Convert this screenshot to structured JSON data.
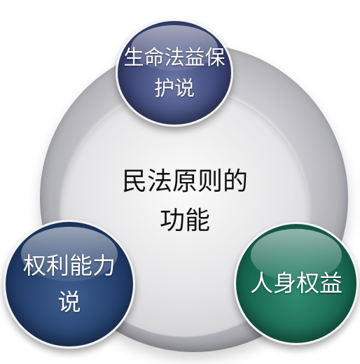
{
  "diagram": {
    "center": {
      "line1": "民法原则的",
      "line2": "功能"
    },
    "nodes": {
      "top": {
        "line1": "生命法益保",
        "line2": "护说",
        "color": "#3c4677"
      },
      "left": {
        "line1": "权利能力",
        "line2": "说",
        "color": "#223d6a"
      },
      "right": {
        "line1": "人身权益",
        "color": "#17684f"
      }
    }
  }
}
